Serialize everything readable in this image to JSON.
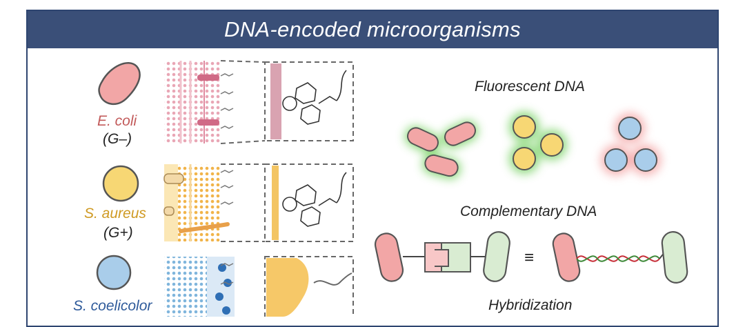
{
  "title": "DNA-encoded microorganisms",
  "organisms": [
    {
      "name": "E. coli",
      "gram": "(G–)"
    },
    {
      "name": "S. aureus",
      "gram": "(G+)"
    },
    {
      "name": "S. coelicolor"
    }
  ],
  "sections": {
    "fluorescent": "Fluorescent DNA",
    "complementary": "Complementary DNA",
    "hybridization": "Hybridization",
    "equiv_symbol": "≡"
  },
  "colors": {
    "frame": "#2e4570",
    "title_bar": "#3a4f78",
    "coli": "#f2a6a6",
    "aureus": "#f7d774",
    "coelicolor": "#a9cdea",
    "green_glow": "#7ed36a",
    "red_glow": "#f29a9a",
    "green_cell": "#d9ecd2"
  }
}
